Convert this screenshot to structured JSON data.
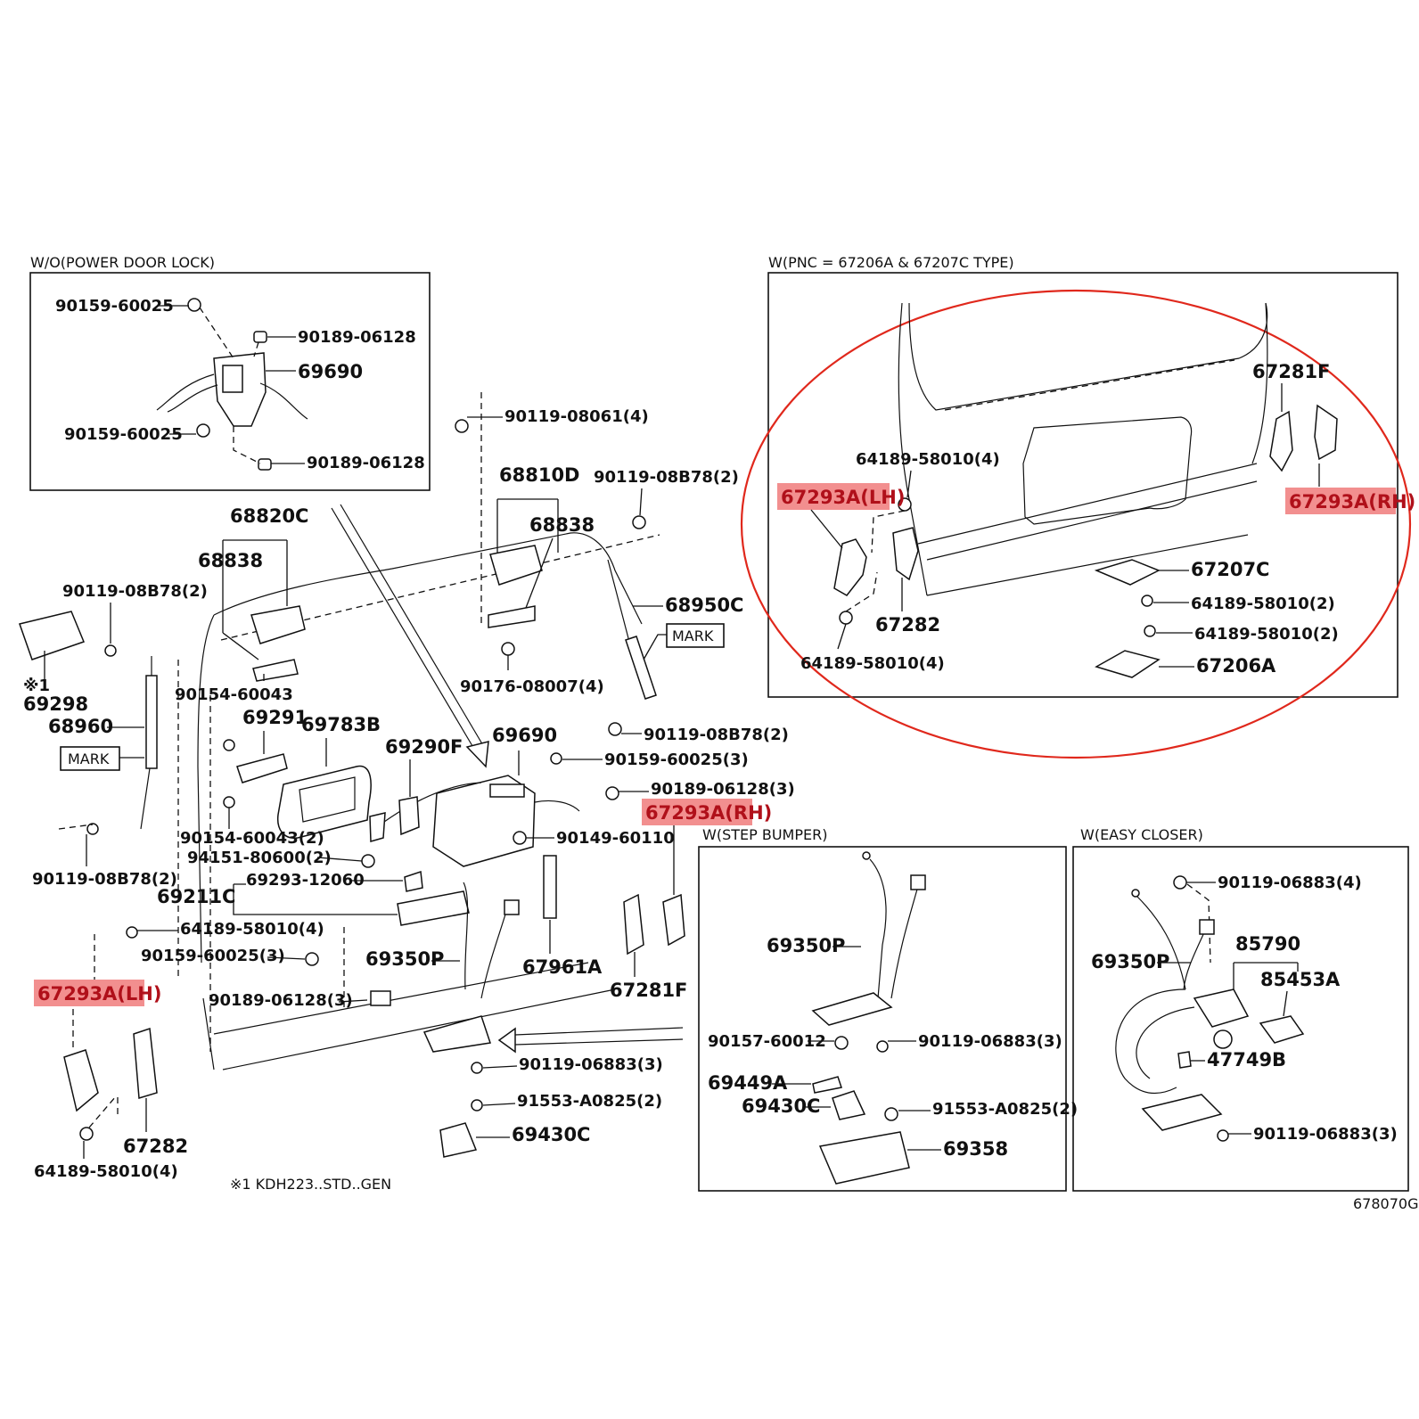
{
  "sections": {
    "wo_power_door_lock": "W/O(POWER DOOR LOCK)",
    "w_pnc": "W(PNC = 67206A & 67207C TYPE)",
    "w_step_bumper": "W(STEP BUMPER)",
    "w_easy_closer": "W(EASY CLOSER)"
  },
  "inset1": {
    "p1": "90159-60025",
    "p2": "90189-06128",
    "p3": "69690",
    "p4": "90159-60025",
    "p5": "90189-06128"
  },
  "inset2": {
    "p1": "67281F",
    "p2": "64189-58010(4)",
    "p3": "67293A(LH)",
    "p4": "67293A(RH)",
    "p5": "67207C",
    "p6": "64189-58010(2)",
    "p7": "67282",
    "p8": "64189-58010(2)",
    "p9": "64189-58010(4)",
    "p10": "67206A"
  },
  "main": {
    "a1": "90119-08061(4)",
    "a2": "68810D",
    "a3": "90119-08B78(2)",
    "a4": "68838",
    "a5": "68820C",
    "a6": "68838",
    "a7": "68950C",
    "a8": "MARK",
    "a9": "90119-08B78(2)",
    "a10": "90176-08007(4)",
    "a11": "90154-60043",
    "a12": "※1",
    "a13": "69298",
    "a14": "68960",
    "a15": "69291",
    "a16": "69783B",
    "a17": "MARK",
    "a18": "90119-08B78(2)",
    "a19": "69690",
    "a20": "69290F",
    "a21": "90159-60025(3)",
    "a22": "90189-06128(3)",
    "a23": "67293A(RH)",
    "a24": "90154-60043(2)",
    "a25": "90149-60110",
    "a26": "94151-80600(2)",
    "a27": "90119-08B78(2)",
    "a28": "69293-12060",
    "a29": "69211C",
    "a30": "64189-58010(4)",
    "a31": "90159-60025(3)",
    "a32": "69350P",
    "a33": "67961A",
    "a34": "67293A(LH)",
    "a35": "67281F",
    "a36": "90189-06128(3)",
    "a37": "90119-06883(3)",
    "a38": "91553-A0825(2)",
    "a39": "69430C",
    "a40": "67282",
    "a41": "64189-58010(4)",
    "a42": "※1 KDH223..STD..GEN"
  },
  "step": {
    "s1": "69350P",
    "s2": "90157-60012",
    "s3": "90119-06883(3)",
    "s4": "69449A",
    "s5": "69430C",
    "s6": "91553-A0825(2)",
    "s7": "69358"
  },
  "easy": {
    "e1": "90119-06883(4)",
    "e2": "85790",
    "e3": "69350P",
    "e4": "85453A",
    "e5": "47749B",
    "e6": "90119-06883(3)"
  },
  "figure_code": "678070G",
  "colors": {
    "highlight": "#f28f8f",
    "ellipse": "#e0281c",
    "ink": "#111111"
  }
}
